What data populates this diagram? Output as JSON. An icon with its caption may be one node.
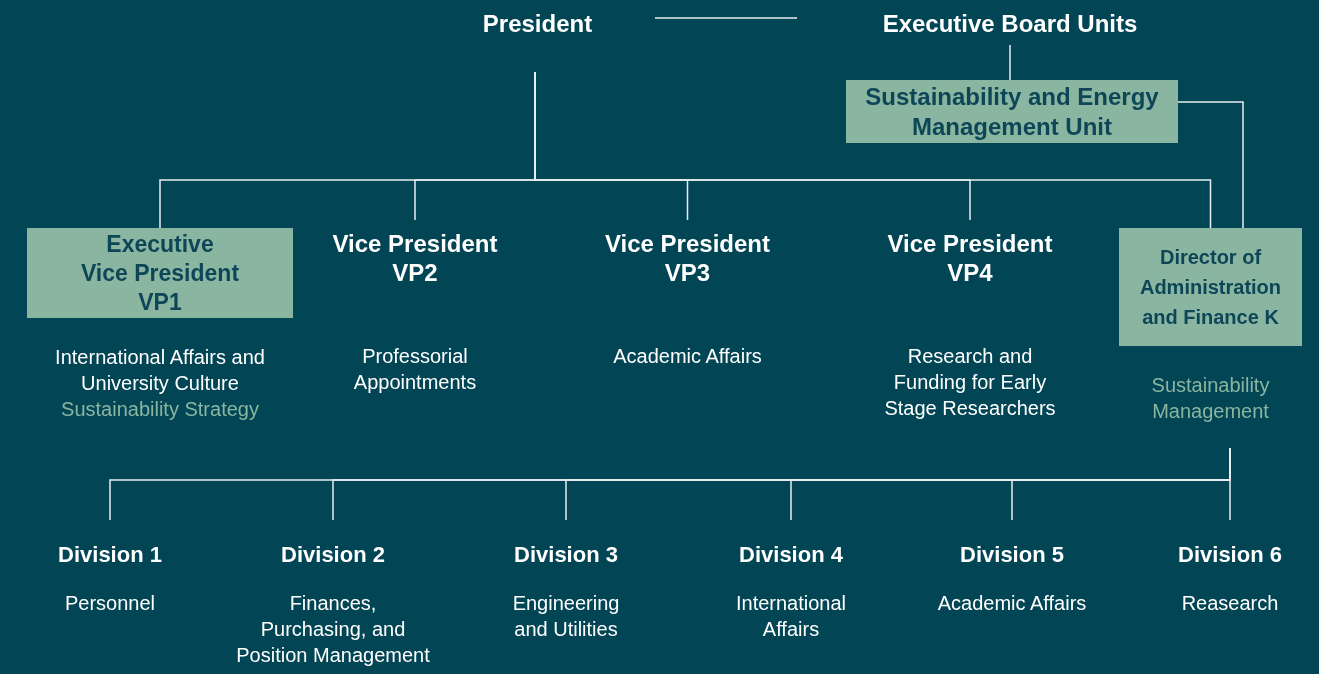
{
  "diagram": {
    "nodes": [
      {
        "text": [
          "President"
        ]
      },
      {
        "text": [
          "Executive Board Units"
        ]
      },
      {
        "text": [
          "Sustainability and Energy Management Unit"
        ]
      },
      {
        "text": [
          "Executive Vice President VP1"
        ],
        "beside": [
          "International Affairs and University Culture",
          "Sustainability Strategy"
        ]
      },
      {
        "text": [
          "Vice President VP2"
        ],
        "beside": [
          "Professorial Appointments"
        ]
      },
      {
        "text": [
          "Vice President VP3"
        ],
        "beside": [
          "Academic Affairs"
        ]
      },
      {
        "text": [
          "Vice President VP4"
        ],
        "beside": [
          "Research and Funding for Early Stage Researchers"
        ]
      },
      {
        "text": [
          "Director of Administration and Finance K"
        ],
        "beside": [
          "Sustainability Management"
        ]
      },
      {
        "text": [
          "Division 1"
        ],
        "beside": [
          "Personnel"
        ]
      },
      {
        "text": [
          "Division 2"
        ],
        "beside": [
          "Finances, Purchasing, and Position Management"
        ]
      },
      {
        "text": [
          "Division 3"
        ],
        "beside": [
          "Engineering and Utilities"
        ]
      },
      {
        "text": [
          "Division 4"
        ],
        "beside": [
          "International Affairs"
        ]
      },
      {
        "text": [
          "Division 5"
        ],
        "beside": [
          "Academic Affairs"
        ]
      },
      {
        "text": [
          "Division 6"
        ],
        "beside": [
          "Reasearch"
        ]
      }
    ],
    "edges": [
      {
        "from": 0,
        "to": 1,
        "arrow": "none"
      },
      {
        "from": 0,
        "to": 3,
        "arrow": "none"
      },
      {
        "from": 0,
        "to": 4,
        "arrow": "none"
      },
      {
        "from": 0,
        "to": 5,
        "arrow": "none"
      },
      {
        "from": 0,
        "to": 6,
        "arrow": "none"
      },
      {
        "from": 0,
        "to": 7,
        "arrow": "none"
      },
      {
        "from": 1,
        "to": 2,
        "arrow": "none"
      },
      {
        "from": 2,
        "to": 7,
        "arrow": "none"
      },
      {
        "from": 7,
        "to": 8,
        "arrow": "none"
      },
      {
        "from": 7,
        "to": 9,
        "arrow": "none"
      },
      {
        "from": 7,
        "to": 10,
        "arrow": "none"
      },
      {
        "from": 7,
        "to": 11,
        "arrow": "none"
      },
      {
        "from": 7,
        "to": 12,
        "arrow": "none"
      },
      {
        "from": 7,
        "to": 13,
        "arrow": "none"
      }
    ]
  }
}
